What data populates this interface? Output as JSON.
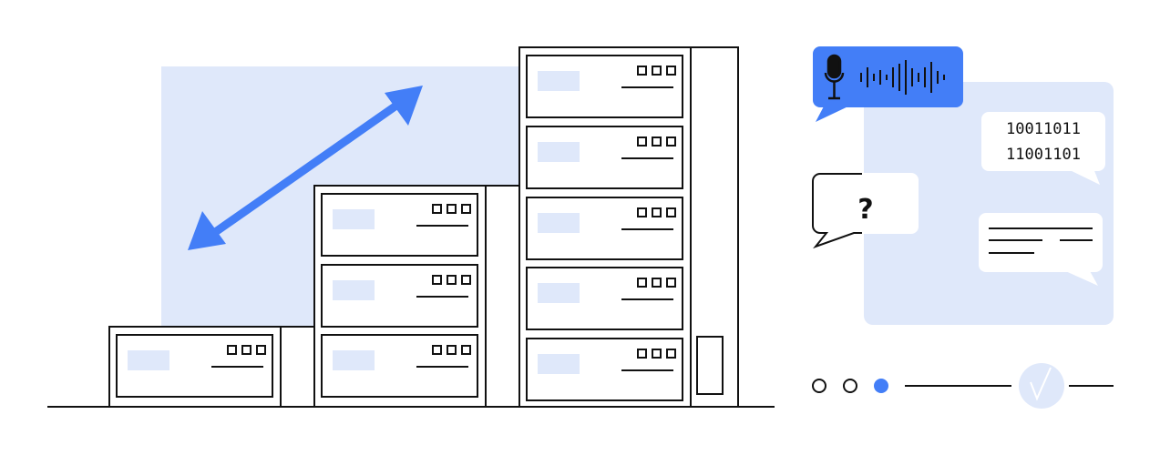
{
  "colors": {
    "accent": "#437ef7",
    "light": "#dfe8fa",
    "ink": "#111111"
  },
  "chat": {
    "binary_line_1": "10011011",
    "binary_line_2": "11001101",
    "question_mark": "?"
  },
  "progress": {
    "steps_total": 3,
    "current_step": 3,
    "completed": false
  }
}
